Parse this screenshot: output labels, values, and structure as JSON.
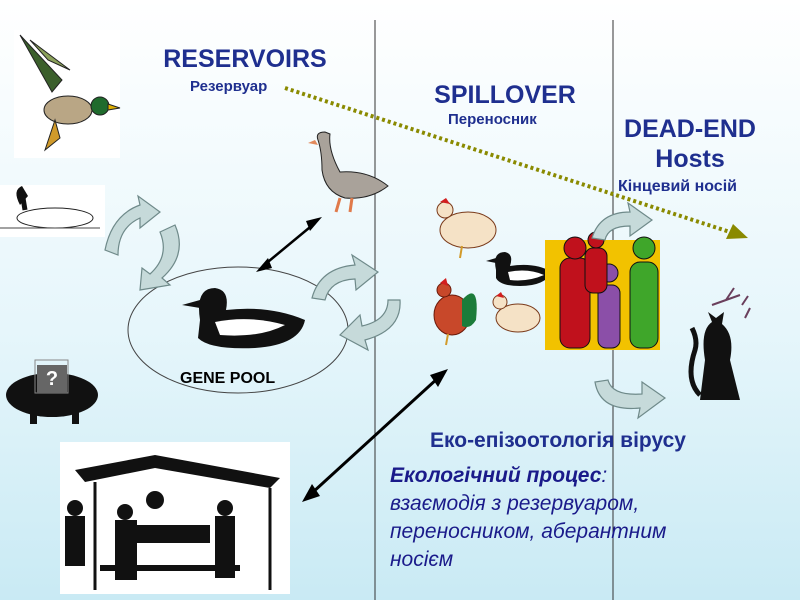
{
  "reservoirs": {
    "title": "RESERVOIRS",
    "subtitle": "Резервуар"
  },
  "spillover": {
    "title": "SPILLOVER",
    "subtitle": "Переносник"
  },
  "deadend": {
    "title_line1": "DEAD-END",
    "title_line2": "Hosts",
    "subtitle": "Кінцевий носій"
  },
  "gene_pool": {
    "label": "GENE POOL"
  },
  "pig": {
    "mark": "?"
  },
  "eco": {
    "heading": "Еко-епізоотологія вірусу",
    "bold_lead": "Екологічний процес",
    "lead_suffix": ":",
    "line2": "взаємодія з резервуаром,",
    "line3": "переносником, аберантним",
    "line4": "носієм"
  },
  "colors": {
    "title_blue": "#1f2f8f",
    "dotted_arrow": "#8a8a00",
    "swirl_fill": "#c6dada",
    "person_red": "#c0111c",
    "person_green": "#3fa62a",
    "person_purple": "#8b4fa8",
    "people_bg": "#f2c200"
  }
}
